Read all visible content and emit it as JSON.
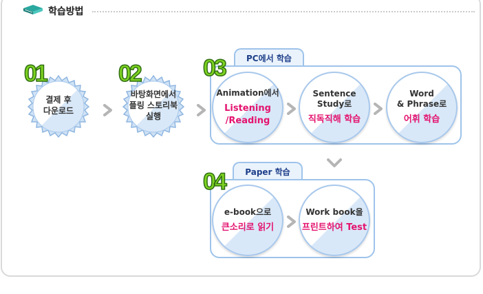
{
  "header": {
    "title": "학습방법",
    "icon": "book-icon"
  },
  "steps": {
    "s1": {
      "num": "01",
      "lines": [
        "결제 후",
        "다운로드"
      ]
    },
    "s2": {
      "num": "02",
      "lines": [
        "바탕화면에서",
        "플링 스토리북",
        "실행"
      ]
    },
    "s3": {
      "num": "03",
      "tab": "PC에서 학습",
      "items": [
        {
          "dark": [
            "Animation에서"
          ],
          "pink": [
            "Listening",
            "/Reading"
          ]
        },
        {
          "dark": [
            "Sentence",
            "Study로"
          ],
          "pink": [
            "직독직해 학습"
          ]
        },
        {
          "dark": [
            "Word",
            "& Phrase로"
          ],
          "pink": [
            "어휘 학습"
          ]
        }
      ]
    },
    "s4": {
      "num": "04",
      "tab": "Paper 학습",
      "items": [
        {
          "dark": [
            "e-book으로"
          ],
          "pink": [
            "큰소리로 읽기"
          ]
        },
        {
          "dark": [
            "Work book을"
          ],
          "pink": [
            "프린트하여 Test"
          ]
        }
      ]
    }
  },
  "colors": {
    "accent_pink": "#e4136f",
    "number_green": "#7ed321",
    "box_border": "#9ec3ea",
    "tab_text": "#1e3f8a"
  }
}
